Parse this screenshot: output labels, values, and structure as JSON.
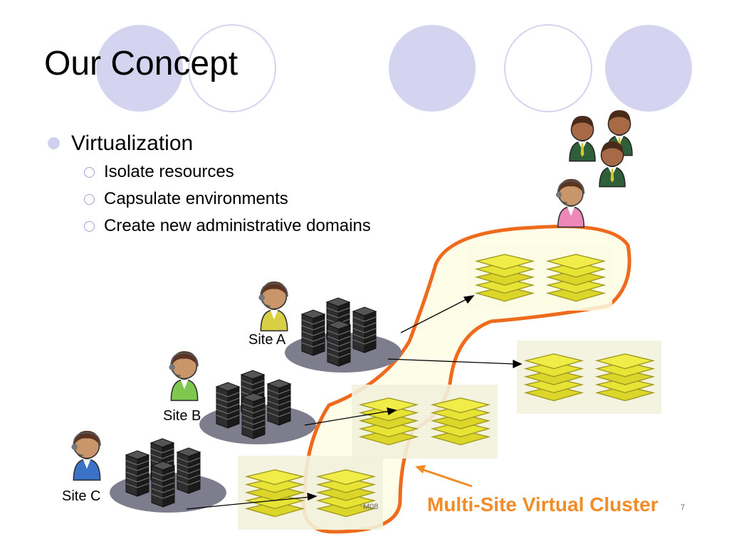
{
  "slide": {
    "title": "Our Concept",
    "bullets": [
      {
        "text": "Virtualization",
        "children": [
          "Isolate resources",
          "Capsulate environments",
          "Create new administrative domains"
        ]
      }
    ],
    "sites": [
      {
        "label": "Site A"
      },
      {
        "label": "Site B"
      },
      {
        "label": "Site C"
      }
    ],
    "caption": "Multi-Site Virtual Cluster",
    "footer_left": "M08",
    "page_number": "7"
  },
  "colors": {
    "accent_circle": "#d4d4f0",
    "caption_orange": "#f28c28",
    "cluster_outline": "#ee6a1c",
    "vm_yellow": "#e6e32a",
    "server_black": "#2a2a2a",
    "platform_gray": "#7d7d8e"
  },
  "icons": [
    "bullet-circle-icon",
    "server-cluster-icon",
    "virtual-server-stack-icon",
    "operator-headset-icon",
    "user-group-icon",
    "arrow-icon"
  ]
}
